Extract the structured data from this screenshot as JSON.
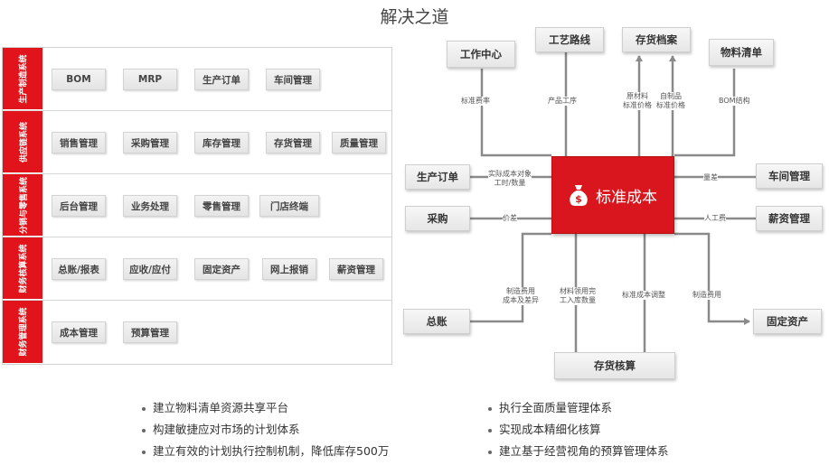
{
  "title": "解决之道",
  "modules": [
    {
      "category": "生产制造系统",
      "items": [
        "BOM",
        "MRP",
        "生产订单",
        "车间管理"
      ]
    },
    {
      "category": "供应链系统",
      "items": [
        "销售管理",
        "采购管理",
        "库存管理",
        "存货管理",
        "质量管理"
      ]
    },
    {
      "category": "分销与零售系统",
      "items": [
        "后台管理",
        "业务处理",
        "零售管理",
        "门店终端"
      ]
    },
    {
      "category": "财务核算系统",
      "items": [
        "总账/报表",
        "应收/应付",
        "固定资产",
        "网上报销",
        "薪资管理"
      ]
    },
    {
      "category": "财务管理系统",
      "items": [
        "成本管理",
        "预算管理"
      ]
    }
  ],
  "diagram": {
    "center": "标准成本",
    "nodes": {
      "work_center": "工作中心",
      "process_route": "工艺路线",
      "inventory_file": "存货档案",
      "bom_list": "物料清单",
      "production_order": "生产订单",
      "purchase": "采购",
      "workshop": "车间管理",
      "payroll": "薪资管理",
      "general_ledger": "总账",
      "fixed_assets": "固定资产",
      "inventory_accounting": "存货核算"
    },
    "edge_labels": {
      "rate": "标准费率",
      "process": "产品工序",
      "material_price": [
        "原材料",
        "标准价格"
      ],
      "self_made_price": [
        "自制品",
        "标准价格"
      ],
      "bom_structure": "BOM结构",
      "actual_cost": [
        "实际成本对象",
        "工时/数量"
      ],
      "price_diff": "价差",
      "quantity_diff": "量差",
      "labor_cost": "人工费",
      "mfg_cost_diff": [
        "制造费用",
        "成本及差异"
      ],
      "material_receipt": [
        "材料领用完",
        "工入库数量"
      ],
      "std_cost_adjust": "标准成本调整",
      "mfg_cost": "制造费用"
    }
  },
  "bullets_left": [
    "建立物料清单资源共享平台",
    "构建敏捷应对市场的计划体系",
    "建立有效的计划执行控制机制，降低库存500万"
  ],
  "bullets_right": [
    "执行全面质量管理体系",
    "实现成本精细化核算",
    "建立基于经营视角的预算管理体系"
  ],
  "colors": {
    "accent": "#d9161d",
    "node_bg": "#ececec",
    "line": "#8a8a8a"
  }
}
